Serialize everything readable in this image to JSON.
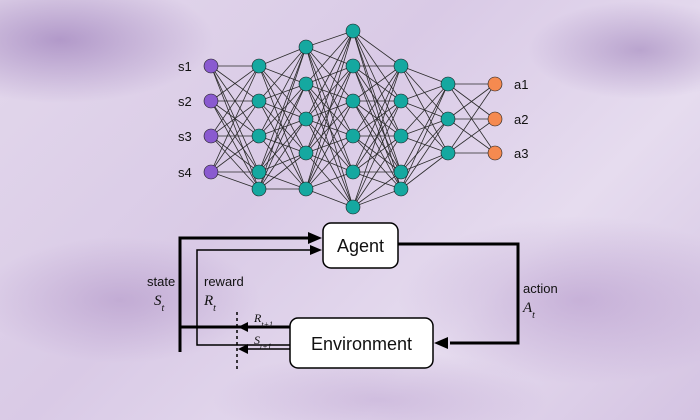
{
  "network": {
    "inputs": [
      "s1",
      "s2",
      "s3",
      "s4"
    ],
    "outputs": [
      "a1",
      "a2",
      "a3"
    ],
    "hidden_layers": [
      5,
      5,
      6,
      5,
      3
    ],
    "colors": {
      "input": "#8a5ad0",
      "hidden": "#15a8a0",
      "output": "#f58a50",
      "edge": "#2a2a2a"
    }
  },
  "loop": {
    "agent_label": "Agent",
    "environment_label": "Environment",
    "state_label": "state",
    "state_symbol": "St",
    "reward_label": "reward",
    "reward_symbol": "Rt",
    "action_label": "action",
    "action_symbol": "At",
    "next_reward_symbol": "Rt+1",
    "next_state_symbol": "St+1"
  }
}
